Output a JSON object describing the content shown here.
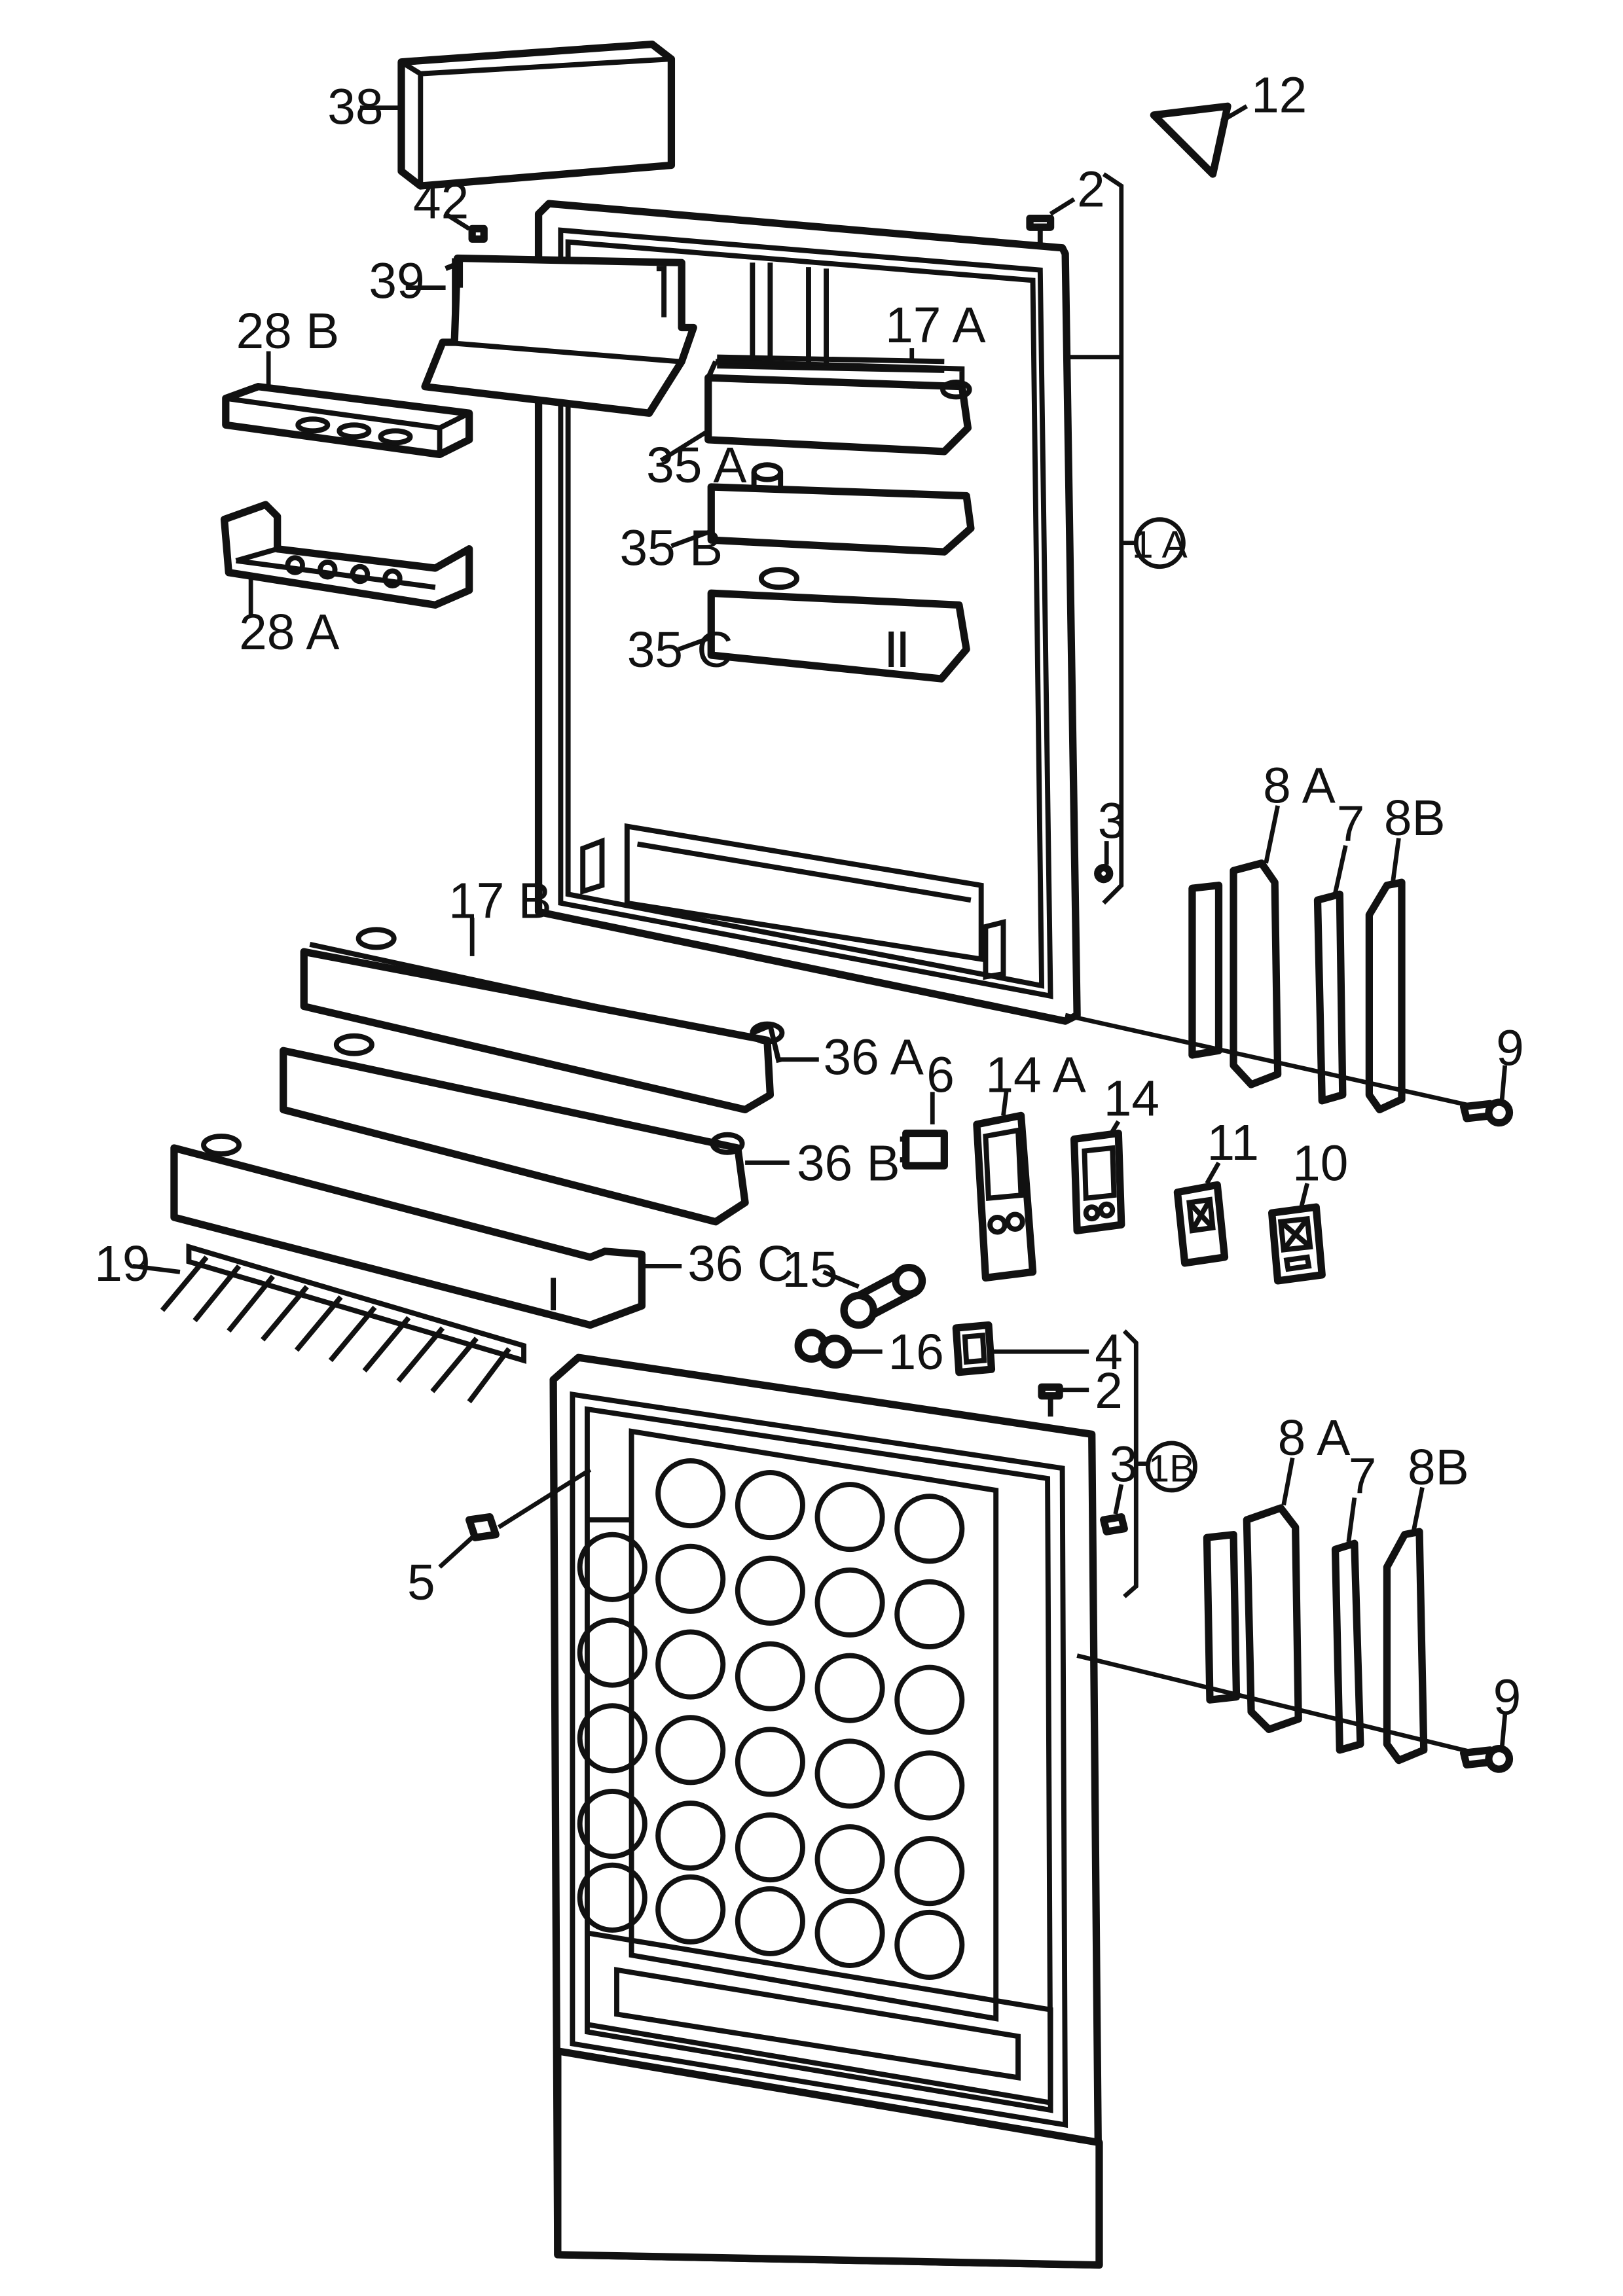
{
  "callouts": {
    "p38": "38",
    "p12": "12",
    "p42": "42",
    "p2a": "2",
    "p39": "39",
    "p28b": "28 B",
    "p17a": "17 A",
    "p35a": "35 A",
    "p35b": "35 B",
    "p1a": "1 A",
    "p28a": "28 A",
    "p35c": "35 C",
    "p3a": "3",
    "p8a_top": "8 A",
    "p7_top": "7",
    "p8b_top": "8B",
    "p17b": "17 B",
    "p9a": "9",
    "p36a": "36 A",
    "p6": "6",
    "p14a": "14 A",
    "p14": "14",
    "p11": "11",
    "p10": "10",
    "p36b": "36 B",
    "p36c": "36 C",
    "p19": "19",
    "p15": "15",
    "p16": "16",
    "p4": "4",
    "p2b": "2",
    "p1b": "1B",
    "p3b": "3",
    "p8a_bot": "8 A",
    "p7_bot": "7",
    "p8b_bot": "8B",
    "p5": "5",
    "p9b": "9"
  }
}
